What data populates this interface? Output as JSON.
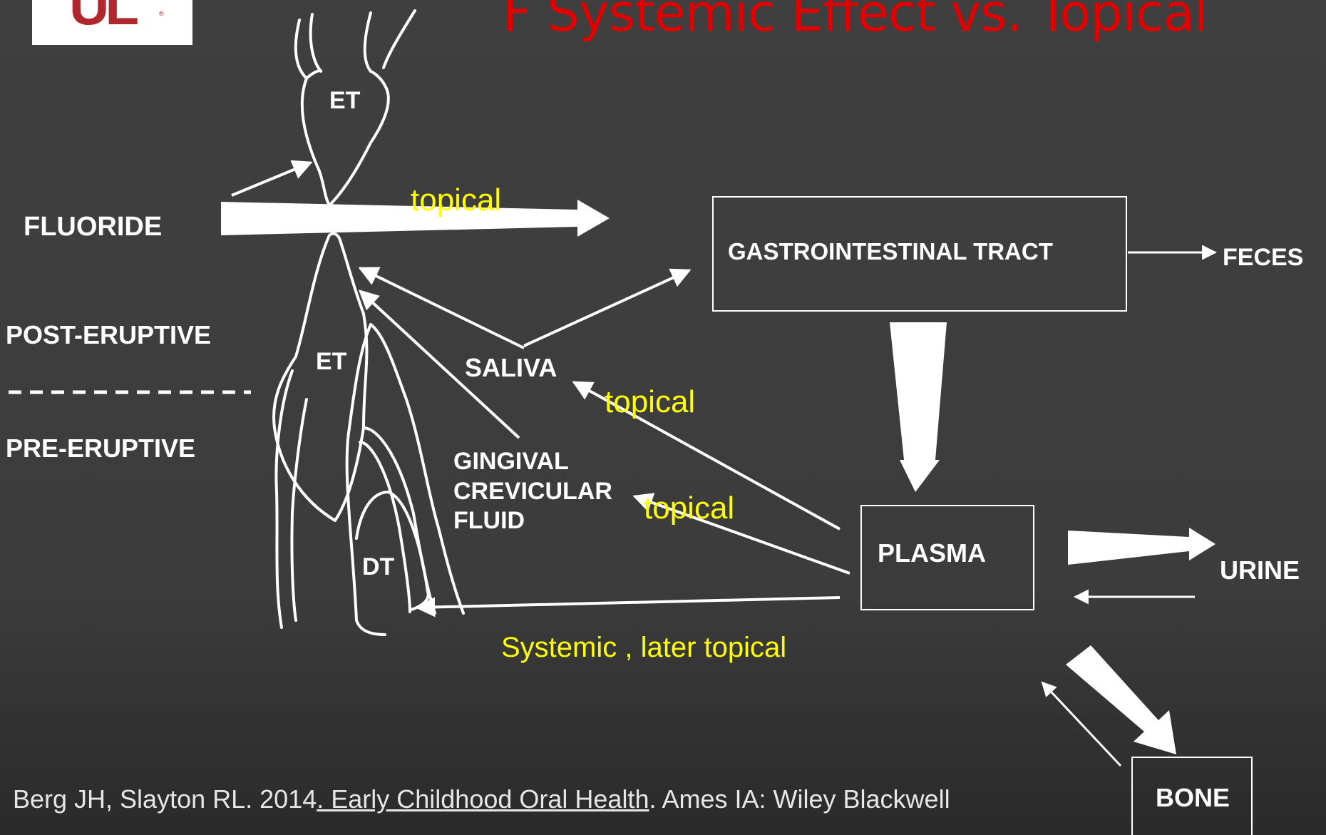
{
  "header": {
    "title": "F Systemic  Effect  vs. Topical",
    "logo_text": "UL"
  },
  "diagram": {
    "labels": {
      "fluoride": "FLUORIDE",
      "post_eruptive": "POST-ERUPTIVE",
      "divider": "------------",
      "pre_eruptive": "PRE-ERUPTIVE",
      "et_top": "ET",
      "et_mid": "ET",
      "dt": "DT",
      "saliva": "SALIVA",
      "gingival_1": "GINGIVAL",
      "gingival_2": "CREVICULAR",
      "gingival_3": "FLUID",
      "gi_tract": "GASTROINTESTINAL TRACT",
      "feces": "FECES",
      "plasma": "PLASMA",
      "urine": "URINE",
      "bone": "BONE"
    },
    "annotations": {
      "topical_1": "topical",
      "topical_2": "topical",
      "topical_3": "topical",
      "systemic": "Systemic , later topical"
    },
    "colors": {
      "title": "#e10000",
      "annotation": "#ffff00",
      "diagram": "#ffffff",
      "background": "#3f3f3f"
    }
  },
  "citation": {
    "prefix": "Berg JH, Slayton RL. 2014",
    "book": ". Early Childhood Oral Health",
    "suffix": ". Ames IA: Wiley Blackwell"
  }
}
